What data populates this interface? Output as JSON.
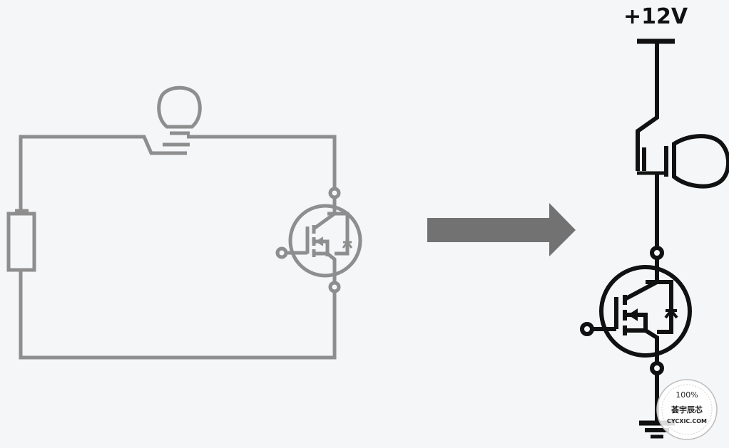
{
  "right_schematic": {
    "supply_label": "+12V"
  },
  "watermark": {
    "top_text": "100%",
    "middle_text": "荟宇辰芯",
    "bottom_text": "CYCXIC.COM"
  },
  "colors": {
    "background": "#f4f6f8",
    "left_circuit_stroke": "#8e8e8e",
    "right_circuit_stroke": "#111111",
    "arrow_fill": "#727272"
  }
}
